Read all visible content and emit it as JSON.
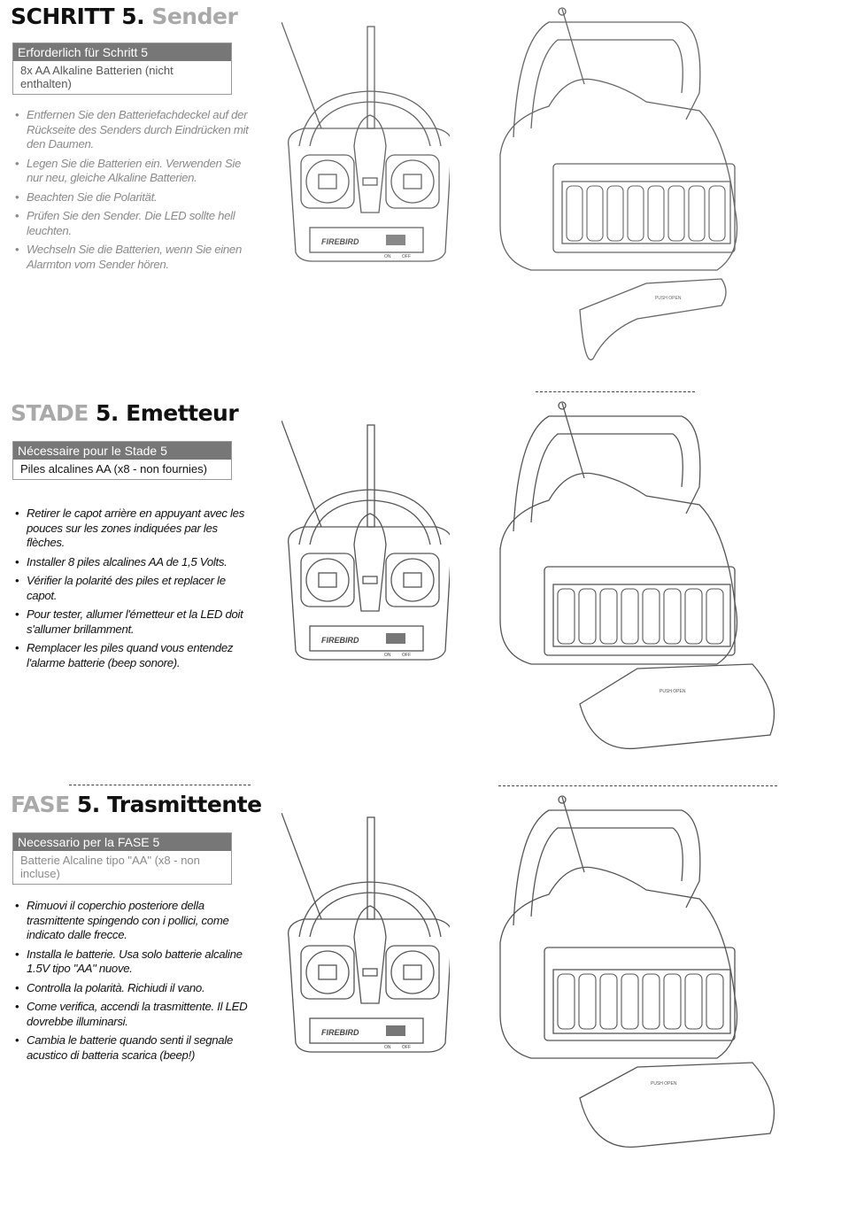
{
  "sections": [
    {
      "title_a": "SCHRITT 5.",
      "title_b": "Sender",
      "req_head": "Erforderlich für Schritt 5",
      "req_body": "8x AA Alkaline Batterien (nicht enthalten)",
      "steps": [
        "Entfernen Sie den Batteriefachdeckel auf der Rückseite des Senders durch Eindrücken mit den Daumen.",
        "Legen Sie die Batterien ein. Verwenden Sie nur neu, gleiche Alkaline Batterien.",
        "Beachten Sie die Polarität.",
        "Prüfen Sie den Sender. Die LED sollte hell leuchten.",
        "Wechseln Sie die Batterien, wenn Sie einen Alarmton vom Sender hören."
      ]
    },
    {
      "title_a": "STADE",
      "title_b": "5. Emetteur",
      "req_head": "Nécessaire pour le Stade 5",
      "req_body": "Piles alcalines AA (x8 - non fournies)",
      "steps": [
        "Retirer le capot arrière en appuyant avec les pouces sur les zones indiquées par les flèches.",
        "Installer 8 piles alcalines AA de 1,5 Volts.",
        "Vérifier la polarité des piles et replacer le capot.",
        "Pour tester, allumer l'émetteur et la LED doit s'allumer brillamment.",
        "Remplacer les piles quand vous entendez l'alarme batterie (beep sonore)."
      ]
    },
    {
      "title_a": "FASE",
      "title_b": "5. Trasmittente",
      "req_head": "Necessario per la FASE 5",
      "req_body": "Batterie Alcaline tipo \"AA\" (x8 - non incluse)",
      "steps": [
        "Rimuovi il coperchio posteriore della trasmittente spingendo con i pollici, come indicato dalle frecce.",
        "Installa le batterie. Usa solo batterie alcaline 1.5V tipo \"AA\" nuove.",
        "Controlla la polarità. Richiudi il vano.",
        "Come verifica, accendi la trasmittente. Il LED dovrebbe illuminarsi.",
        "Cambia le batterie quando senti il segnale acustico di batteria scarica (beep!)"
      ]
    }
  ],
  "transmitter_label": "FIREBIRD",
  "switch_on": "ON",
  "switch_off": "OFF",
  "cover_label": "PUSH OPEN"
}
